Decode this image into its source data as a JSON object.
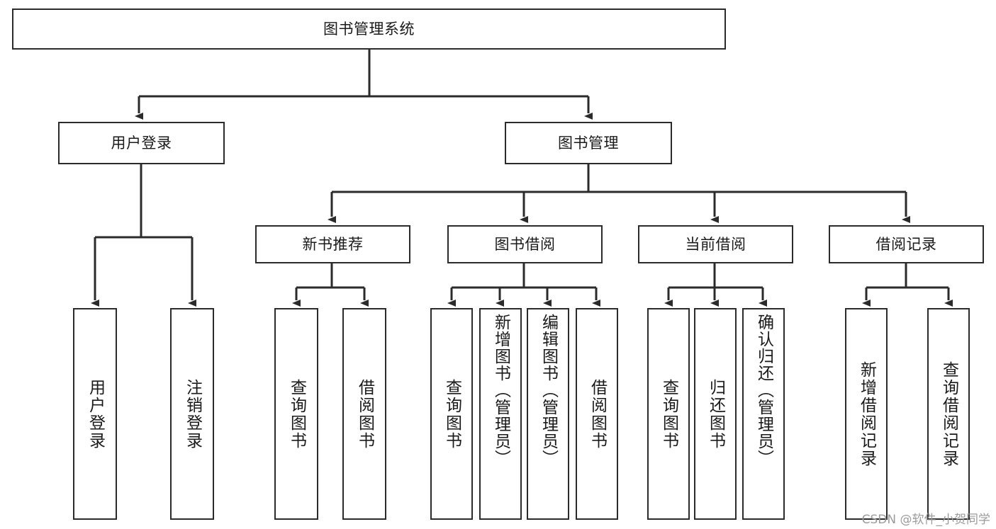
{
  "diagram": {
    "title": "图书管理系统",
    "type": "tree",
    "watermark": "CSDN @软件_小贺同学",
    "line_color": "#2b2b2b",
    "box_fill": "#ffffff",
    "text_color": "#1a1a1a"
  },
  "root": {
    "label": "图书管理系统"
  },
  "level1": [
    {
      "label": "用户登录"
    },
    {
      "label": "图书管理"
    }
  ],
  "level2": [
    {
      "label": "新书推荐"
    },
    {
      "label": "图书借阅"
    },
    {
      "label": "当前借阅"
    },
    {
      "label": "借阅记录"
    }
  ],
  "leaves": {
    "user_login": [
      {
        "label": "用户登录"
      },
      {
        "label": "注销登录"
      }
    ],
    "new_book_recommend": [
      {
        "label": "查询图书"
      },
      {
        "label": "借阅图书"
      }
    ],
    "book_borrow": [
      {
        "label": "查询图书"
      },
      {
        "label": "新增图书（管理员）"
      },
      {
        "label": "编辑图书（管理员）"
      },
      {
        "label": "借阅图书"
      }
    ],
    "current_borrow": [
      {
        "label": "查询图书"
      },
      {
        "label": "归还图书"
      },
      {
        "label": "确认归还（管理员）"
      }
    ],
    "borrow_record": [
      {
        "label": "新增借阅记录"
      },
      {
        "label": "查询借阅记录"
      }
    ]
  }
}
